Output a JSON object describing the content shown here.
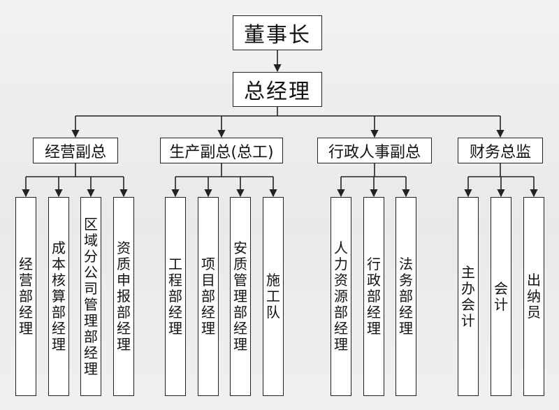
{
  "top": [
    "董事长",
    "总经理"
  ],
  "groups": [
    {
      "title": "经营副总",
      "departments": [
        {
          "text": "经营部经理"
        },
        {
          "text": "成本核算部经理"
        },
        {
          "text": "区域分公司管理部经理"
        },
        {
          "text": "资质申报部经理"
        }
      ]
    },
    {
      "title": "生产副总(总工)",
      "departments": [
        {
          "text": "工程部经理"
        },
        {
          "text": "项目部经理"
        },
        {
          "text": "安质管理部经理"
        },
        {
          "text": "施工队"
        }
      ]
    },
    {
      "title": "行政人事副总",
      "departments": [
        {
          "text": "人力资源部经理"
        },
        {
          "text": "行政部经理"
        },
        {
          "text": "法务部经理"
        }
      ]
    },
    {
      "title": "财务总监",
      "departments": [
        {
          "text": "主办会计"
        },
        {
          "text": "会计"
        },
        {
          "text": "出纳员"
        }
      ]
    }
  ]
}
